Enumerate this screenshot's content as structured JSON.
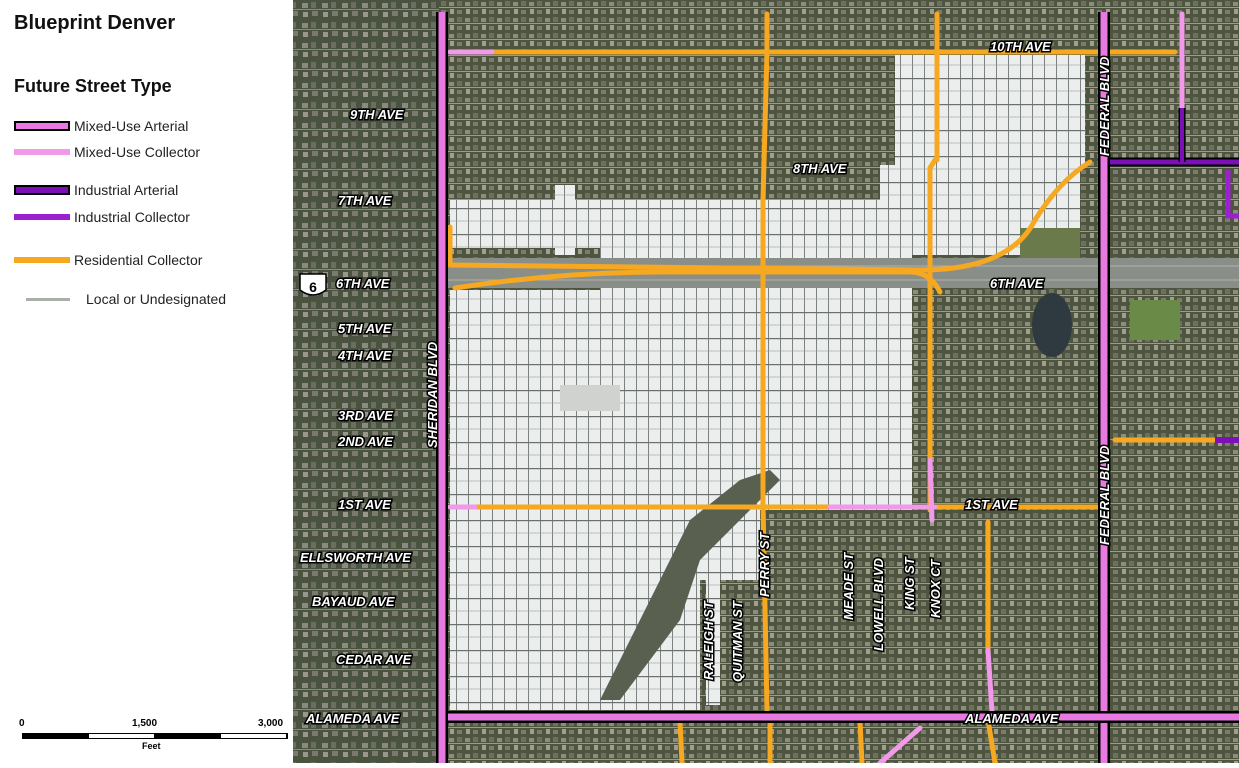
{
  "legend": {
    "title": "Blueprint Denver",
    "subtitle": "Future Street Type",
    "items": [
      {
        "label": "Mixed-Use Arterial",
        "color": "#e879e0",
        "outline": "#000000"
      },
      {
        "label": "Mixed-Use Collector",
        "color": "#f19ae9",
        "outline": ""
      },
      {
        "label": "Industrial Arterial",
        "color": "#7a10b5",
        "outline": "#000000"
      },
      {
        "label": "Industrial Collector",
        "color": "#9a20d0",
        "outline": ""
      },
      {
        "label": "Residential Collector",
        "color": "#f5a820",
        "outline": ""
      },
      {
        "label": "Local or Undesignated",
        "color": "#a8b0a8",
        "outline": ""
      }
    ]
  },
  "scale": {
    "ticks": [
      "0",
      "1,500",
      "3,000"
    ],
    "unit": "Feet"
  },
  "shield": {
    "number": "6"
  },
  "street_labels": {
    "tenth_ave": "10TH AVE",
    "ninth_ave": "9TH AVE",
    "eighth_ave": "8TH AVE",
    "seventh_ave": "7TH AVE",
    "sixth_ave_west": "6TH AVE",
    "sixth_ave_east": "6TH AVE",
    "fifth_ave": "5TH AVE",
    "fourth_ave": "4TH AVE",
    "third_ave": "3RD AVE",
    "second_ave": "2ND AVE",
    "first_ave_west": "1ST AVE",
    "first_ave_east": "1ST AVE",
    "ellsworth_ave": "ELLSWORTH AVE",
    "bayaud_ave": "BAYAUD AVE",
    "cedar_ave": "CEDAR AVE",
    "alameda_ave_west": "ALAMEDA AVE",
    "alameda_ave_east": "ALAMEDA AVE",
    "sheridan_blvd": "SHERIDAN BLVD",
    "federal_blvd_north": "FEDERAL BLVD",
    "federal_blvd_south": "FEDERAL BLVD",
    "raleigh_st": "RALEIGH ST",
    "quitman_st": "QUITMAN ST",
    "perry_st": "PERRY ST",
    "meade_st": "MEADE ST",
    "lowell_blvd": "LOWELL BLVD",
    "king_st": "KING ST",
    "knox_ct": "KNOX CT"
  }
}
